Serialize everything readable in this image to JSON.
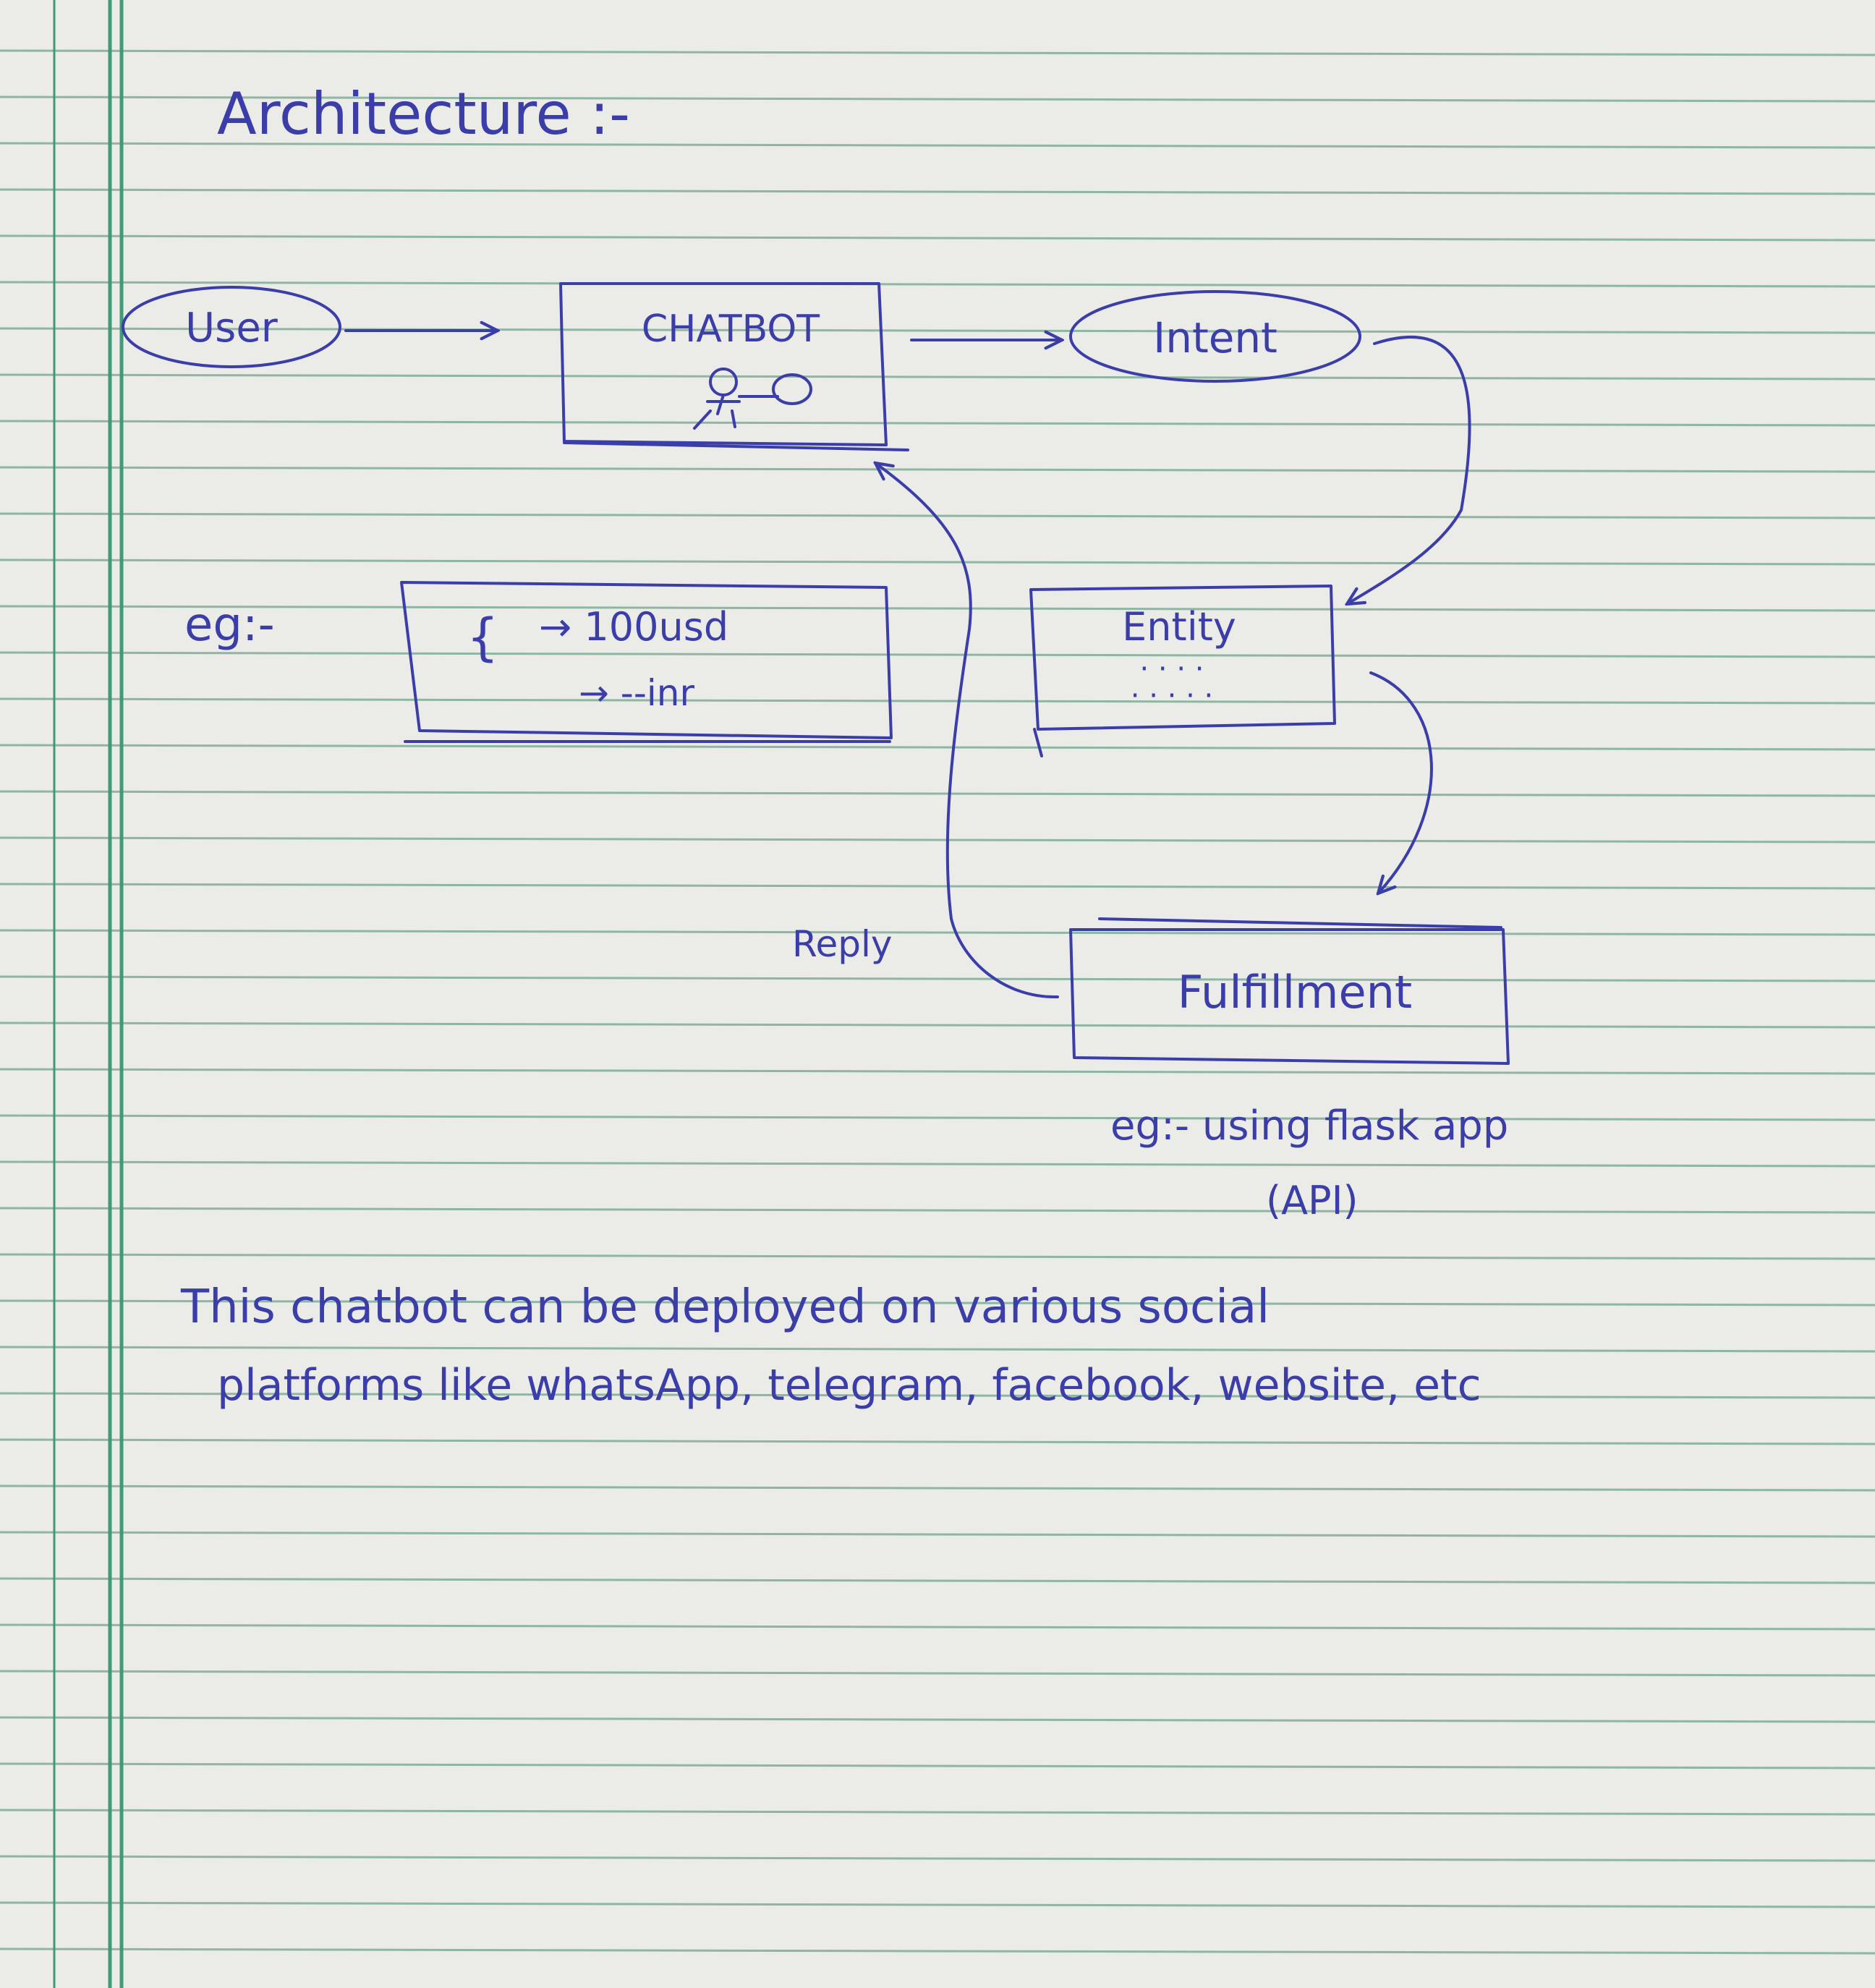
{
  "heading": "Architecture :-",
  "colors": {
    "ink": "#3b3ea8",
    "paper": "#ebebe7",
    "rule_line": "#6fa58c",
    "margin_line": "#3f9a76"
  },
  "nodes": {
    "user": "User",
    "chatbot": "CHATBOT",
    "intent": "Intent",
    "entity": "Entity",
    "fulfillment": "Fulfillment"
  },
  "example": {
    "label": "eg:-",
    "line1": "→ 100usd",
    "line2": "→ --inr"
  },
  "reply_label": "Reply",
  "fulfillment_note": {
    "line1": "eg:- using flask app",
    "line2": "(API)"
  },
  "footer": {
    "line1": "This chatbot can be deployed on various social",
    "line2": "platforms like whatsApp, telegram, facebook, website, etc"
  }
}
